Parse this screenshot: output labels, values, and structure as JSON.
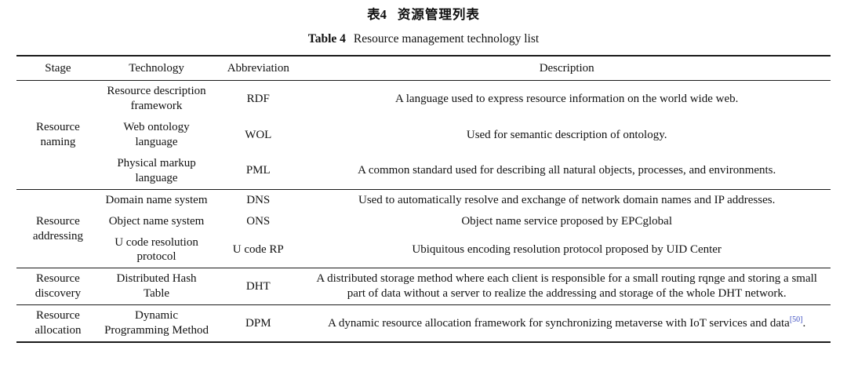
{
  "caption_zh": {
    "label": "表4",
    "text": "资源管理列表"
  },
  "caption_en": {
    "label": "Table 4",
    "text": "Resource management technology list"
  },
  "reference_color": "#3b4cc0",
  "table": {
    "headers": [
      "Stage",
      "Technology",
      "Abbreviation",
      "Description"
    ],
    "groups": [
      {
        "stage": "Resource naming",
        "rows": [
          {
            "technology": "Resource description framework",
            "abbreviation": "RDF",
            "description": "A language used to express resource information on the world wide web."
          },
          {
            "technology": "Web ontology language",
            "abbreviation": "WOL",
            "description": "Used for semantic description of ontology."
          },
          {
            "technology": "Physical markup language",
            "abbreviation": "PML",
            "description": "A common standard used for describing all natural objects, processes, and environments."
          }
        ]
      },
      {
        "stage": "Resource addressing",
        "rows": [
          {
            "technology": "Domain name system",
            "abbreviation": "DNS",
            "description": "Used to automatically resolve and exchange of network domain names and IP addresses."
          },
          {
            "technology": "Object name system",
            "abbreviation": "ONS",
            "description": "Object name service proposed by EPCglobal"
          },
          {
            "technology": "U code resolution protocol",
            "abbreviation": "U code RP",
            "description": "Ubiquitous encoding resolution protocol proposed by UID Center"
          }
        ]
      },
      {
        "stage": "Resource discovery",
        "rows": [
          {
            "technology": "Distributed Hash Table",
            "abbreviation": "DHT",
            "description": "A distributed storage method where each client is responsible for a small routing rqnge and storing a small part of data without a server to realize the addressing and storage of the whole DHT network."
          }
        ]
      },
      {
        "stage": "Resource allocation",
        "rows": [
          {
            "technology": "Dynamic Programming Method",
            "abbreviation": "DPM",
            "description": "A dynamic resource allocation framework for synchronizing metaverse with IoT services and data",
            "reference": "[50]",
            "suffix": "."
          }
        ]
      }
    ]
  }
}
